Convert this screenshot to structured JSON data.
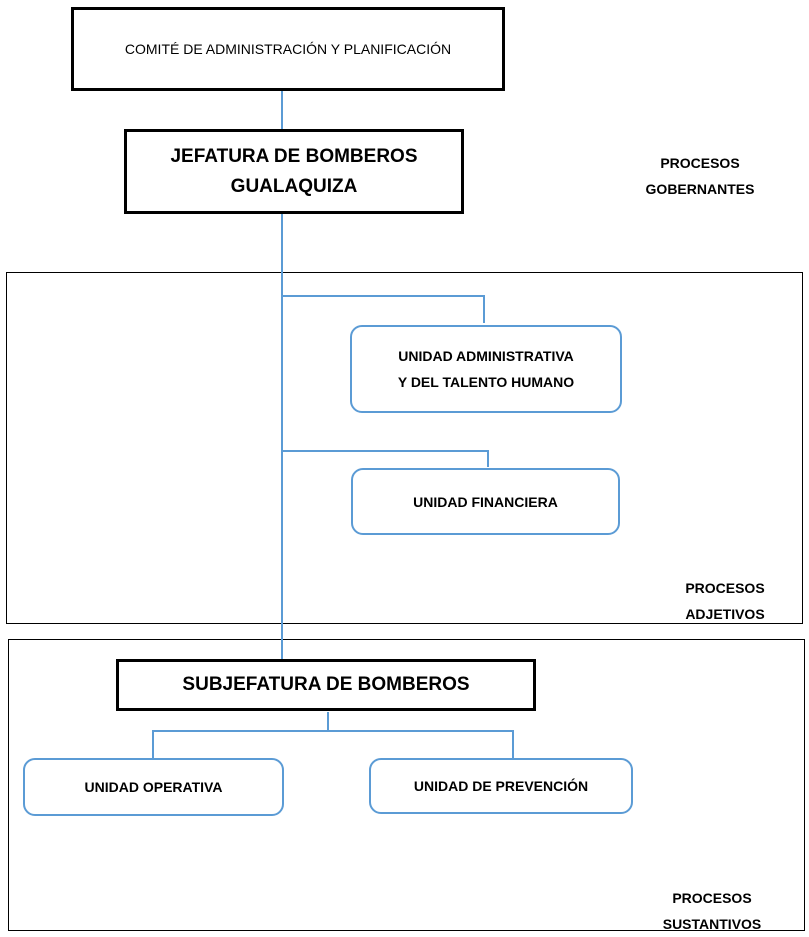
{
  "top": {
    "committee": "COMITÉ DE ADMINISTRACIÓN Y PLANIFICACIÓN"
  },
  "chief": {
    "line1": "JEFATURA DE BOMBEROS",
    "line2": "GUALAQUIZA"
  },
  "units": {
    "admin": {
      "line1": "UNIDAD ADMINISTRATIVA",
      "line2": "Y DEL TALENTO HUMANO"
    },
    "finance": "UNIDAD FINANCIERA",
    "deputy": "SUBJEFATURA DE BOMBEROS",
    "operative": "UNIDAD OPERATIVA",
    "prevention": "UNIDAD DE PREVENCIÓN"
  },
  "processes": {
    "governing": {
      "line1": "PROCESOS",
      "line2": "GOBERNANTES"
    },
    "adjective": {
      "line1": "PROCESOS",
      "line2": "ADJETIVOS"
    },
    "substantive": {
      "line1": "PROCESOS",
      "line2": "SUSTANTIVOS"
    }
  }
}
